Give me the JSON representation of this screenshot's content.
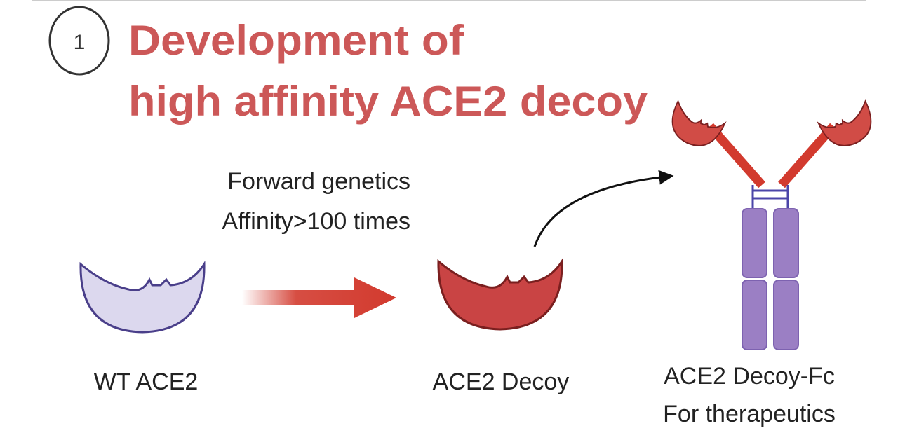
{
  "header": {
    "step_number": "1",
    "title_line1": "Development of",
    "title_line2": "high affinity ACE2 decoy"
  },
  "process": {
    "method_line1": "Forward genetics",
    "method_line2": "Affinity>100 times"
  },
  "labels": {
    "wt": "WT ACE2",
    "decoy": "ACE2 Decoy",
    "fc_line1": "ACE2 Decoy-Fc",
    "fc_line2": "For therapeutics"
  },
  "colors": {
    "title": "#cc5858",
    "decoy_red": "#c94444",
    "wt_fill": "#dcd8ee",
    "fc_purple": "#9b7fc4",
    "hinge_blue": "#4b45a8"
  }
}
